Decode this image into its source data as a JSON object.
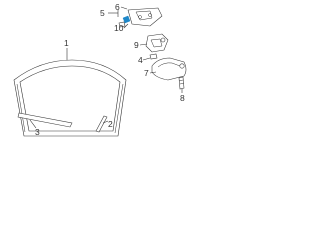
{
  "callouts": [
    {
      "id": "c1",
      "text": "1"
    },
    {
      "id": "c2",
      "text": "2"
    },
    {
      "id": "c3",
      "text": "3"
    },
    {
      "id": "c4",
      "text": "4"
    },
    {
      "id": "c5",
      "text": "5"
    },
    {
      "id": "c6",
      "text": "6"
    },
    {
      "id": "c7",
      "text": "7"
    },
    {
      "id": "c8",
      "text": "8"
    },
    {
      "id": "c9",
      "text": "9"
    },
    {
      "id": "c10",
      "text": "10"
    }
  ],
  "colors": {
    "ink": "#333333",
    "highlight": "#1e88c9",
    "background": "#ffffff"
  }
}
